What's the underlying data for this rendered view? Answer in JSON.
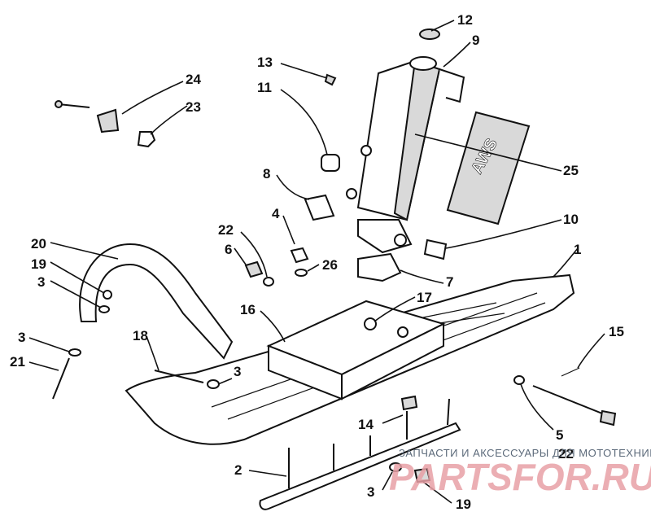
{
  "callouts": [
    {
      "id": "c24",
      "label": "24"
    },
    {
      "id": "c23",
      "label": "23"
    },
    {
      "id": "c13",
      "label": "13"
    },
    {
      "id": "c11",
      "label": "11"
    },
    {
      "id": "c12",
      "label": "12"
    },
    {
      "id": "c9",
      "label": "9"
    },
    {
      "id": "c25",
      "label": "25"
    },
    {
      "id": "c8",
      "label": "8"
    },
    {
      "id": "c10",
      "label": "10"
    },
    {
      "id": "c4",
      "label": "4"
    },
    {
      "id": "c22a",
      "label": "22"
    },
    {
      "id": "c6",
      "label": "6"
    },
    {
      "id": "c26",
      "label": "26"
    },
    {
      "id": "c7",
      "label": "7"
    },
    {
      "id": "c1",
      "label": "1"
    },
    {
      "id": "c20",
      "label": "20"
    },
    {
      "id": "c19a",
      "label": "19"
    },
    {
      "id": "c3a",
      "label": "3"
    },
    {
      "id": "c16",
      "label": "16"
    },
    {
      "id": "c17",
      "label": "17"
    },
    {
      "id": "c3b",
      "label": "3"
    },
    {
      "id": "c21",
      "label": "21"
    },
    {
      "id": "c18",
      "label": "18"
    },
    {
      "id": "c3c",
      "label": "3"
    },
    {
      "id": "c15",
      "label": "15"
    },
    {
      "id": "c14",
      "label": "14"
    },
    {
      "id": "c5",
      "label": "5"
    },
    {
      "id": "c22b",
      "label": "22"
    },
    {
      "id": "c2",
      "label": "2"
    },
    {
      "id": "c3d",
      "label": "3"
    },
    {
      "id": "c19b",
      "label": "19"
    }
  ],
  "decal_text": "AWS",
  "watermark": {
    "tagline": "ЗАПЧАСТИ И АКСЕССУАРЫ ДЛЯ МОТОТЕХНИКИ",
    "brand": "PARTSFOR.RU"
  }
}
